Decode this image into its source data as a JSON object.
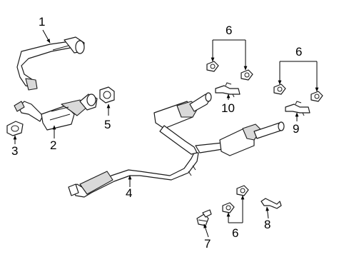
{
  "callouts": {
    "c1": "1",
    "c2": "2",
    "c3": "3",
    "c4": "4",
    "c5": "5",
    "c6a": "6",
    "c6b": "6",
    "c6c": "6",
    "c7": "7",
    "c8": "8",
    "c9": "9",
    "c10": "10"
  },
  "colors": {
    "line": "#1a1a1a",
    "shade": "#d9d9d9",
    "background": "#ffffff"
  }
}
